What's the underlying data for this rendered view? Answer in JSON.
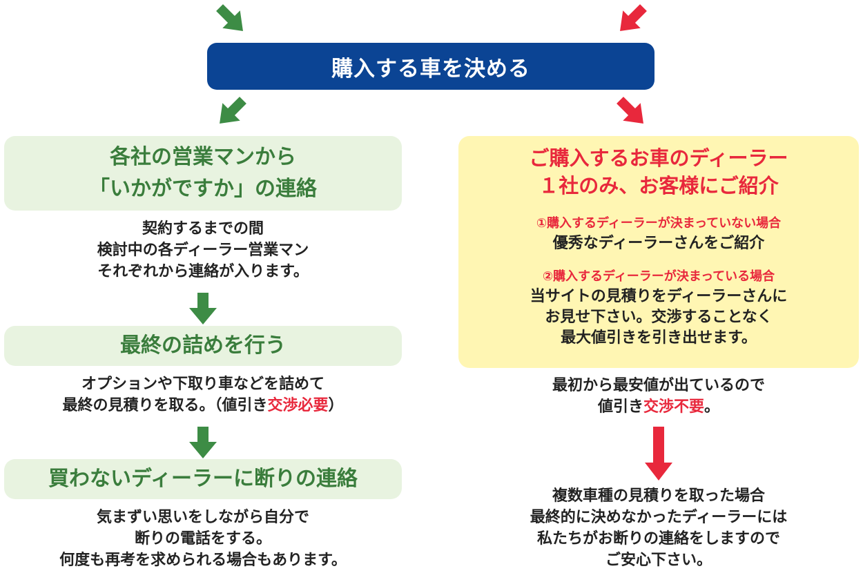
{
  "colors": {
    "green": "#3d8c45",
    "green_text": "#3a7d3c",
    "green_panel": "#e8f3e0",
    "red": "#e8283c",
    "navy": "#0b4494",
    "yellow_panel": "#fff6b3",
    "text": "#222222"
  },
  "top_banner": {
    "title": "購入する車を決める"
  },
  "left": {
    "step1_title": [
      "各社の営業マンから",
      "「いかがですか」の連絡"
    ],
    "step1_body": [
      "契約するまでの間",
      "検討中の各ディーラー営業マン",
      "それぞれから連絡が入ります。"
    ],
    "step2_title": "最終の詰めを行う",
    "step2_body_line1": "オプションや下取り車などを詰めて",
    "step2_body_line2_pre": "最終の見積りを取る。（値引き",
    "step2_body_line2_highlight": "交渉必要",
    "step2_body_line2_post": "）",
    "step3_title": "買わないディーラーに断りの連絡",
    "step3_body": [
      "気まずい思いをしながら自分で",
      "断りの電話をする。",
      "何度も再考を求められる場合もあります。"
    ]
  },
  "right": {
    "panel_title": [
      "ご購入するお車のディーラー",
      "１社のみ、お客様にご紹介"
    ],
    "case1_title": "①購入するディーラーが決まっていない場合",
    "case1_body": "優秀なディーラーさんをご紹介",
    "case2_title": "②購入するディーラーが決まっている場合",
    "case2_body": [
      "当サイトの見積りをディーラーさんに",
      "お見せ下さい。交渉することなく",
      "最大値引きを引き出せます。"
    ],
    "note_line1": "最初から最安値が出ているので",
    "note_line2_pre": "値引き",
    "note_line2_highlight": "交渉不要",
    "note_line2_post": "。",
    "final_body": [
      "複数車種の見積りを取った場合",
      "最終的に決めなかったディーラーには",
      "私たちがお断りの連絡をしますので",
      "ご安心下さい。"
    ]
  }
}
